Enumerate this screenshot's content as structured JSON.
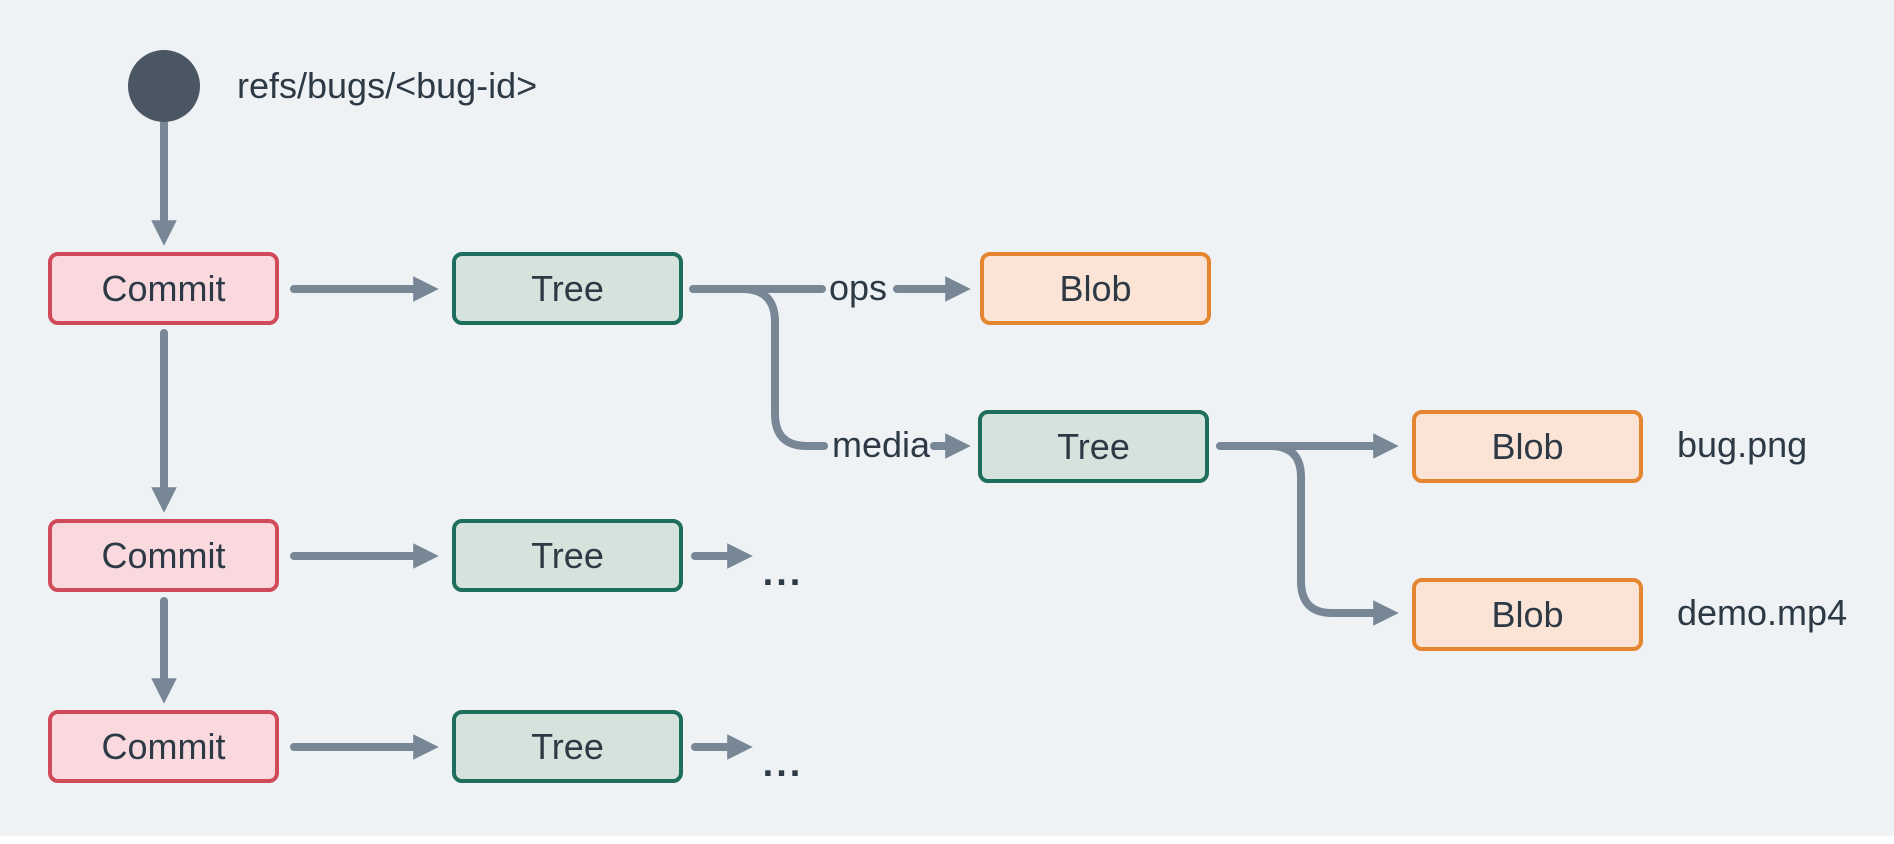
{
  "colors": {
    "background": "#eff2f5",
    "connector": "#788796",
    "ref_circle": "#4a5662",
    "commit_fill": "#f9d9de",
    "commit_border": "#d04a5a",
    "tree_fill": "#d6e3dd",
    "tree_border": "#1d6e5c",
    "blob_fill": "#fbe4d5",
    "blob_border": "#e58530",
    "text": "#2d3a46"
  },
  "diagram": {
    "ref_label": "refs/bugs/<bug-id>",
    "nodes": {
      "commit_1": "Commit",
      "commit_2": "Commit",
      "commit_3": "Commit",
      "tree_root_1": "Tree",
      "tree_media": "Tree",
      "tree_root_2": "Tree",
      "tree_root_3": "Tree",
      "blob_ops": "Blob",
      "blob_bug": "Blob",
      "blob_demo": "Blob"
    },
    "edge_labels": {
      "ops": "ops",
      "media": "media"
    },
    "file_labels": {
      "bug": "bug.png",
      "demo": "demo.mp4"
    },
    "ellipsis": "..."
  }
}
